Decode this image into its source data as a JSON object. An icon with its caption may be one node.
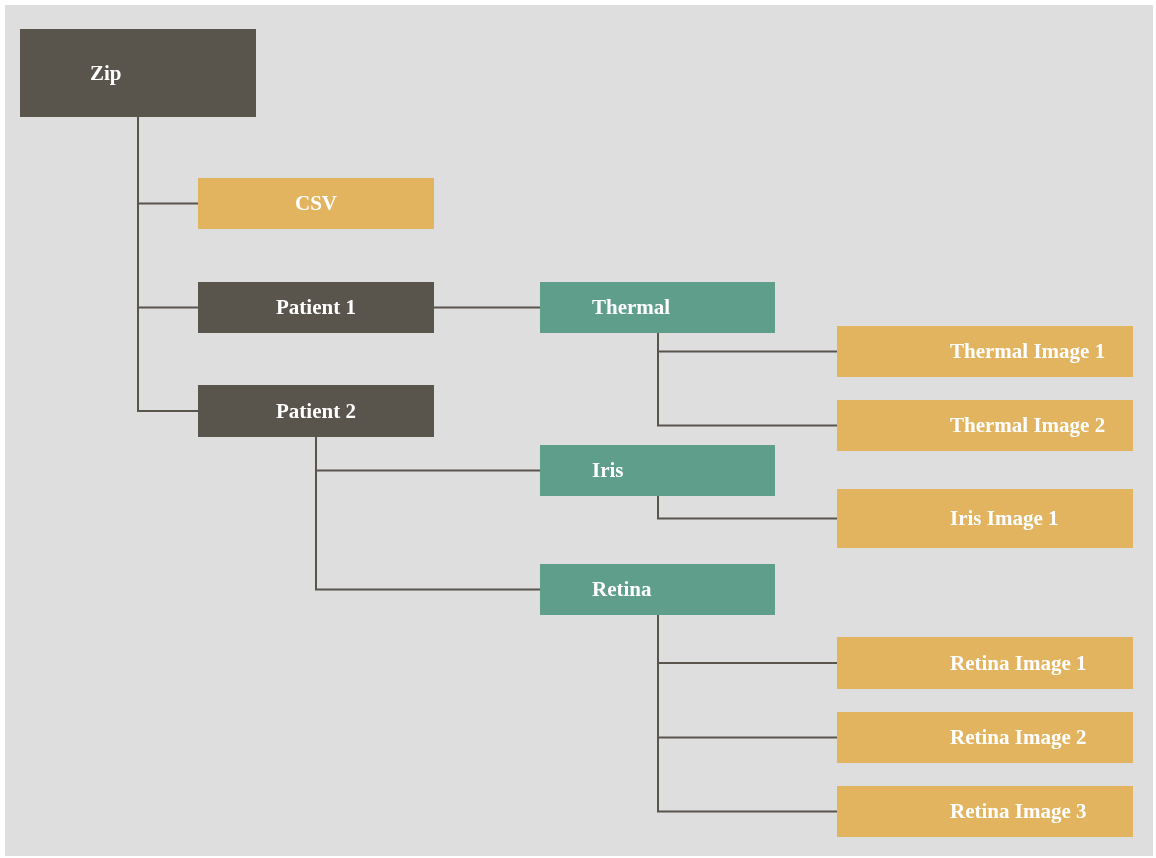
{
  "diagram": {
    "nodes": [
      {
        "text": [
          "Zip"
        ]
      },
      {
        "text": [
          "CSV"
        ]
      },
      {
        "text": [
          "Patient 1"
        ]
      },
      {
        "text": [
          "Patient 2"
        ]
      },
      {
        "text": [
          "Thermal"
        ]
      },
      {
        "text": [
          "Thermal Image 1"
        ]
      },
      {
        "text": [
          "Thermal Image 2"
        ]
      },
      {
        "text": [
          "Iris"
        ]
      },
      {
        "text": [
          "Iris Image 1"
        ]
      },
      {
        "text": [
          "Retina"
        ]
      },
      {
        "text": [
          "Retina Image 1"
        ]
      },
      {
        "text": [
          "Retina Image 2"
        ]
      },
      {
        "text": [
          "Retina Image 3"
        ]
      }
    ],
    "edges": [
      {
        "from": 0,
        "to": 1,
        "arrow": "none"
      },
      {
        "from": 0,
        "to": 2,
        "arrow": "none"
      },
      {
        "from": 0,
        "to": 3,
        "arrow": "none"
      },
      {
        "from": 2,
        "to": 4,
        "arrow": "none"
      },
      {
        "from": 4,
        "to": 5,
        "arrow": "none"
      },
      {
        "from": 4,
        "to": 6,
        "arrow": "none"
      },
      {
        "from": 3,
        "to": 7,
        "arrow": "none"
      },
      {
        "from": 3,
        "to": 9,
        "arrow": "none"
      },
      {
        "from": 7,
        "to": 8,
        "arrow": "none"
      },
      {
        "from": 9,
        "to": 10,
        "arrow": "none"
      },
      {
        "from": 9,
        "to": 11,
        "arrow": "none"
      },
      {
        "from": 9,
        "to": 12,
        "arrow": "none"
      }
    ]
  }
}
